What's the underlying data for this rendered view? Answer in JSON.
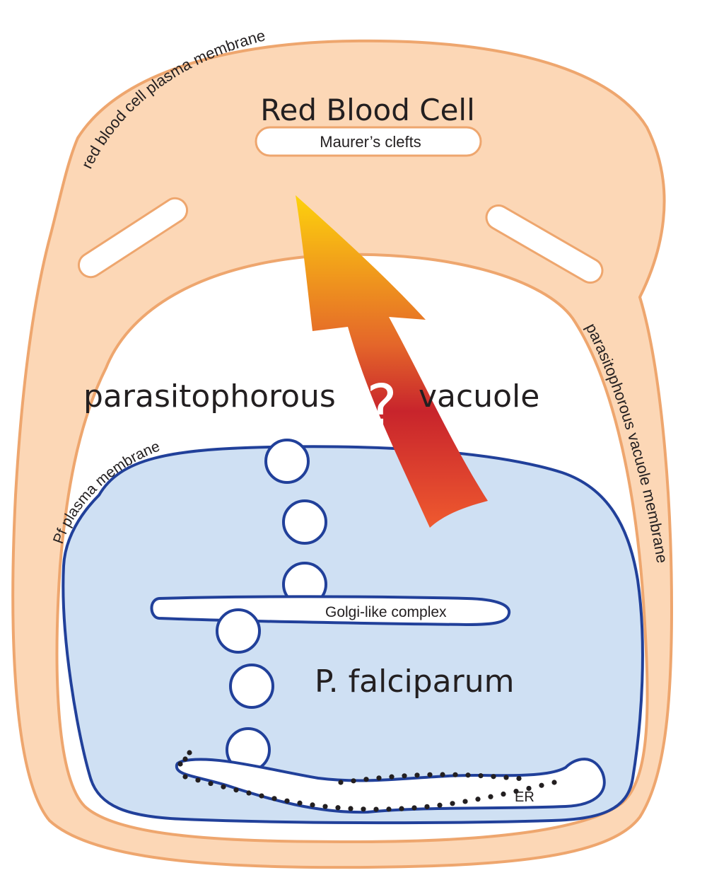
{
  "labels": {
    "red_blood_cell": "Red Blood Cell",
    "maurers_clefts": "Maurer’s clefts",
    "rbc_plasma_membrane": "red blood cell plasma  membrane",
    "pv_membrane": "parasitophorous vacuole  membrane",
    "parasitophorous": "parasitophorous",
    "vacuole": "vacuole",
    "question": "?",
    "pf_plasma_membrane": "Pf plasma membrane",
    "golgi": "Golgi-like complex",
    "p_falciparum": "P. falciparum",
    "er": "ER"
  },
  "colors": {
    "cytoplasm_fill": "#fcd7b6",
    "cytoplasm_stroke": "#eea66e",
    "parasite_fill": "#cfe0f3",
    "parasite_stroke": "#21409a",
    "arrow_top": "#fdd20d",
    "arrow_mid": "#c8242c",
    "arrow_bottom": "#ef5a2f",
    "er_dots": "#231f20"
  }
}
